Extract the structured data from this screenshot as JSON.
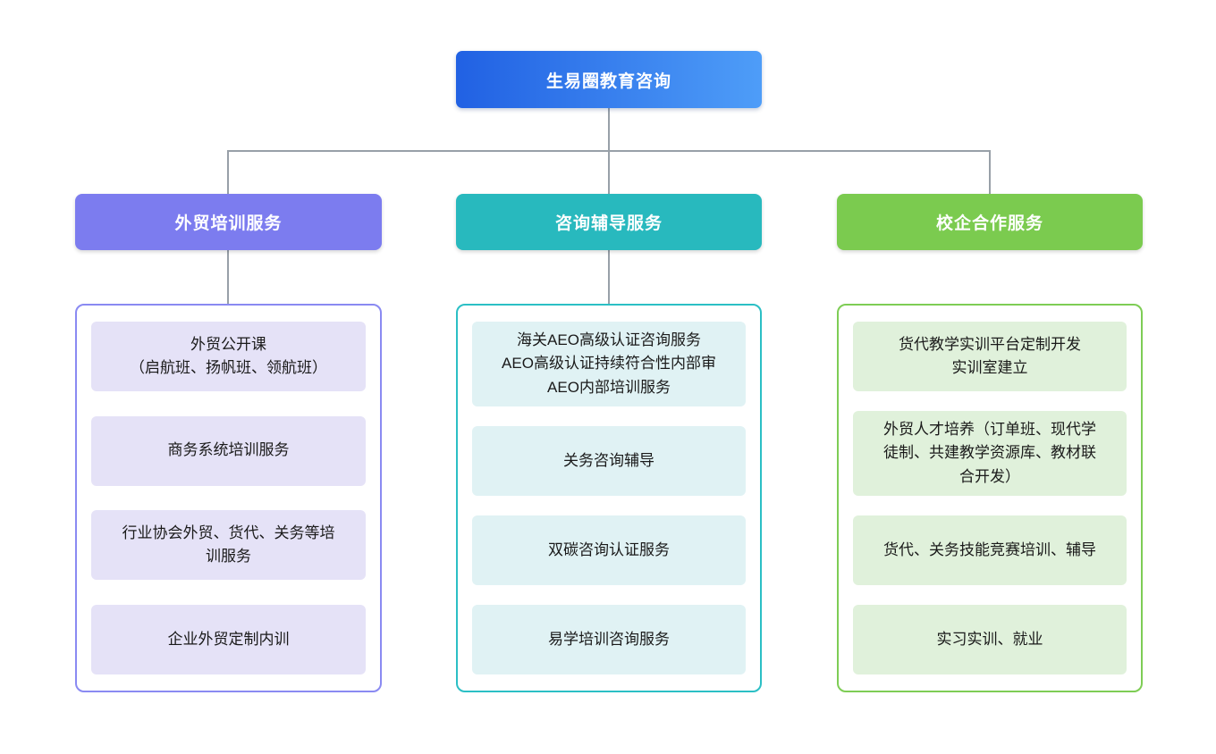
{
  "root": {
    "title": "生易圈教育咨询"
  },
  "columns": [
    {
      "title": "外贸培训服务",
      "colors": {
        "header_bg": "#7C7CEF",
        "container_border": "#8A8AF2",
        "item_bg": "#E5E2F7"
      },
      "items": [
        {
          "text": "外贸公开课\n（启航班、扬帆班、领航班）"
        },
        {
          "text": "商务系统培训服务"
        },
        {
          "text": "行业协会外贸、货代、关务等培\n训服务"
        },
        {
          "text": "企业外贸定制内训"
        }
      ]
    },
    {
      "title": "咨询辅导服务",
      "colors": {
        "header_bg": "#28B9BE",
        "container_border": "#2BBFC5",
        "item_bg": "#E0F2F4"
      },
      "items": [
        {
          "text": "海关AEO高级认证咨询服务\nAEO高级认证持续符合性内部审\nAEO内部培训服务"
        },
        {
          "text": "关务咨询辅导"
        },
        {
          "text": "双碳咨询认证服务"
        },
        {
          "text": "易学培训咨询服务"
        }
      ]
    },
    {
      "title": "校企合作服务",
      "colors": {
        "header_bg": "#7BCB4F",
        "container_border": "#7ECD55",
        "item_bg": "#E0F1DB"
      },
      "items": [
        {
          "text": "货代教学实训平台定制开发\n实训室建立"
        },
        {
          "text": "外贸人才培养（订单班、现代学\n徒制、共建教学资源库、教材联\n合开发）"
        },
        {
          "text": "货代、关务技能竞赛培训、辅导"
        },
        {
          "text": "实习实训、就业"
        }
      ]
    }
  ],
  "colors": {
    "root_gradient_start": "#2161E3",
    "root_gradient_end": "#4E9DF8",
    "connector": "#98A0A8",
    "background": "#FFFFFF",
    "header_text": "#FFFFFF",
    "item_text": "#1A1A1A"
  }
}
